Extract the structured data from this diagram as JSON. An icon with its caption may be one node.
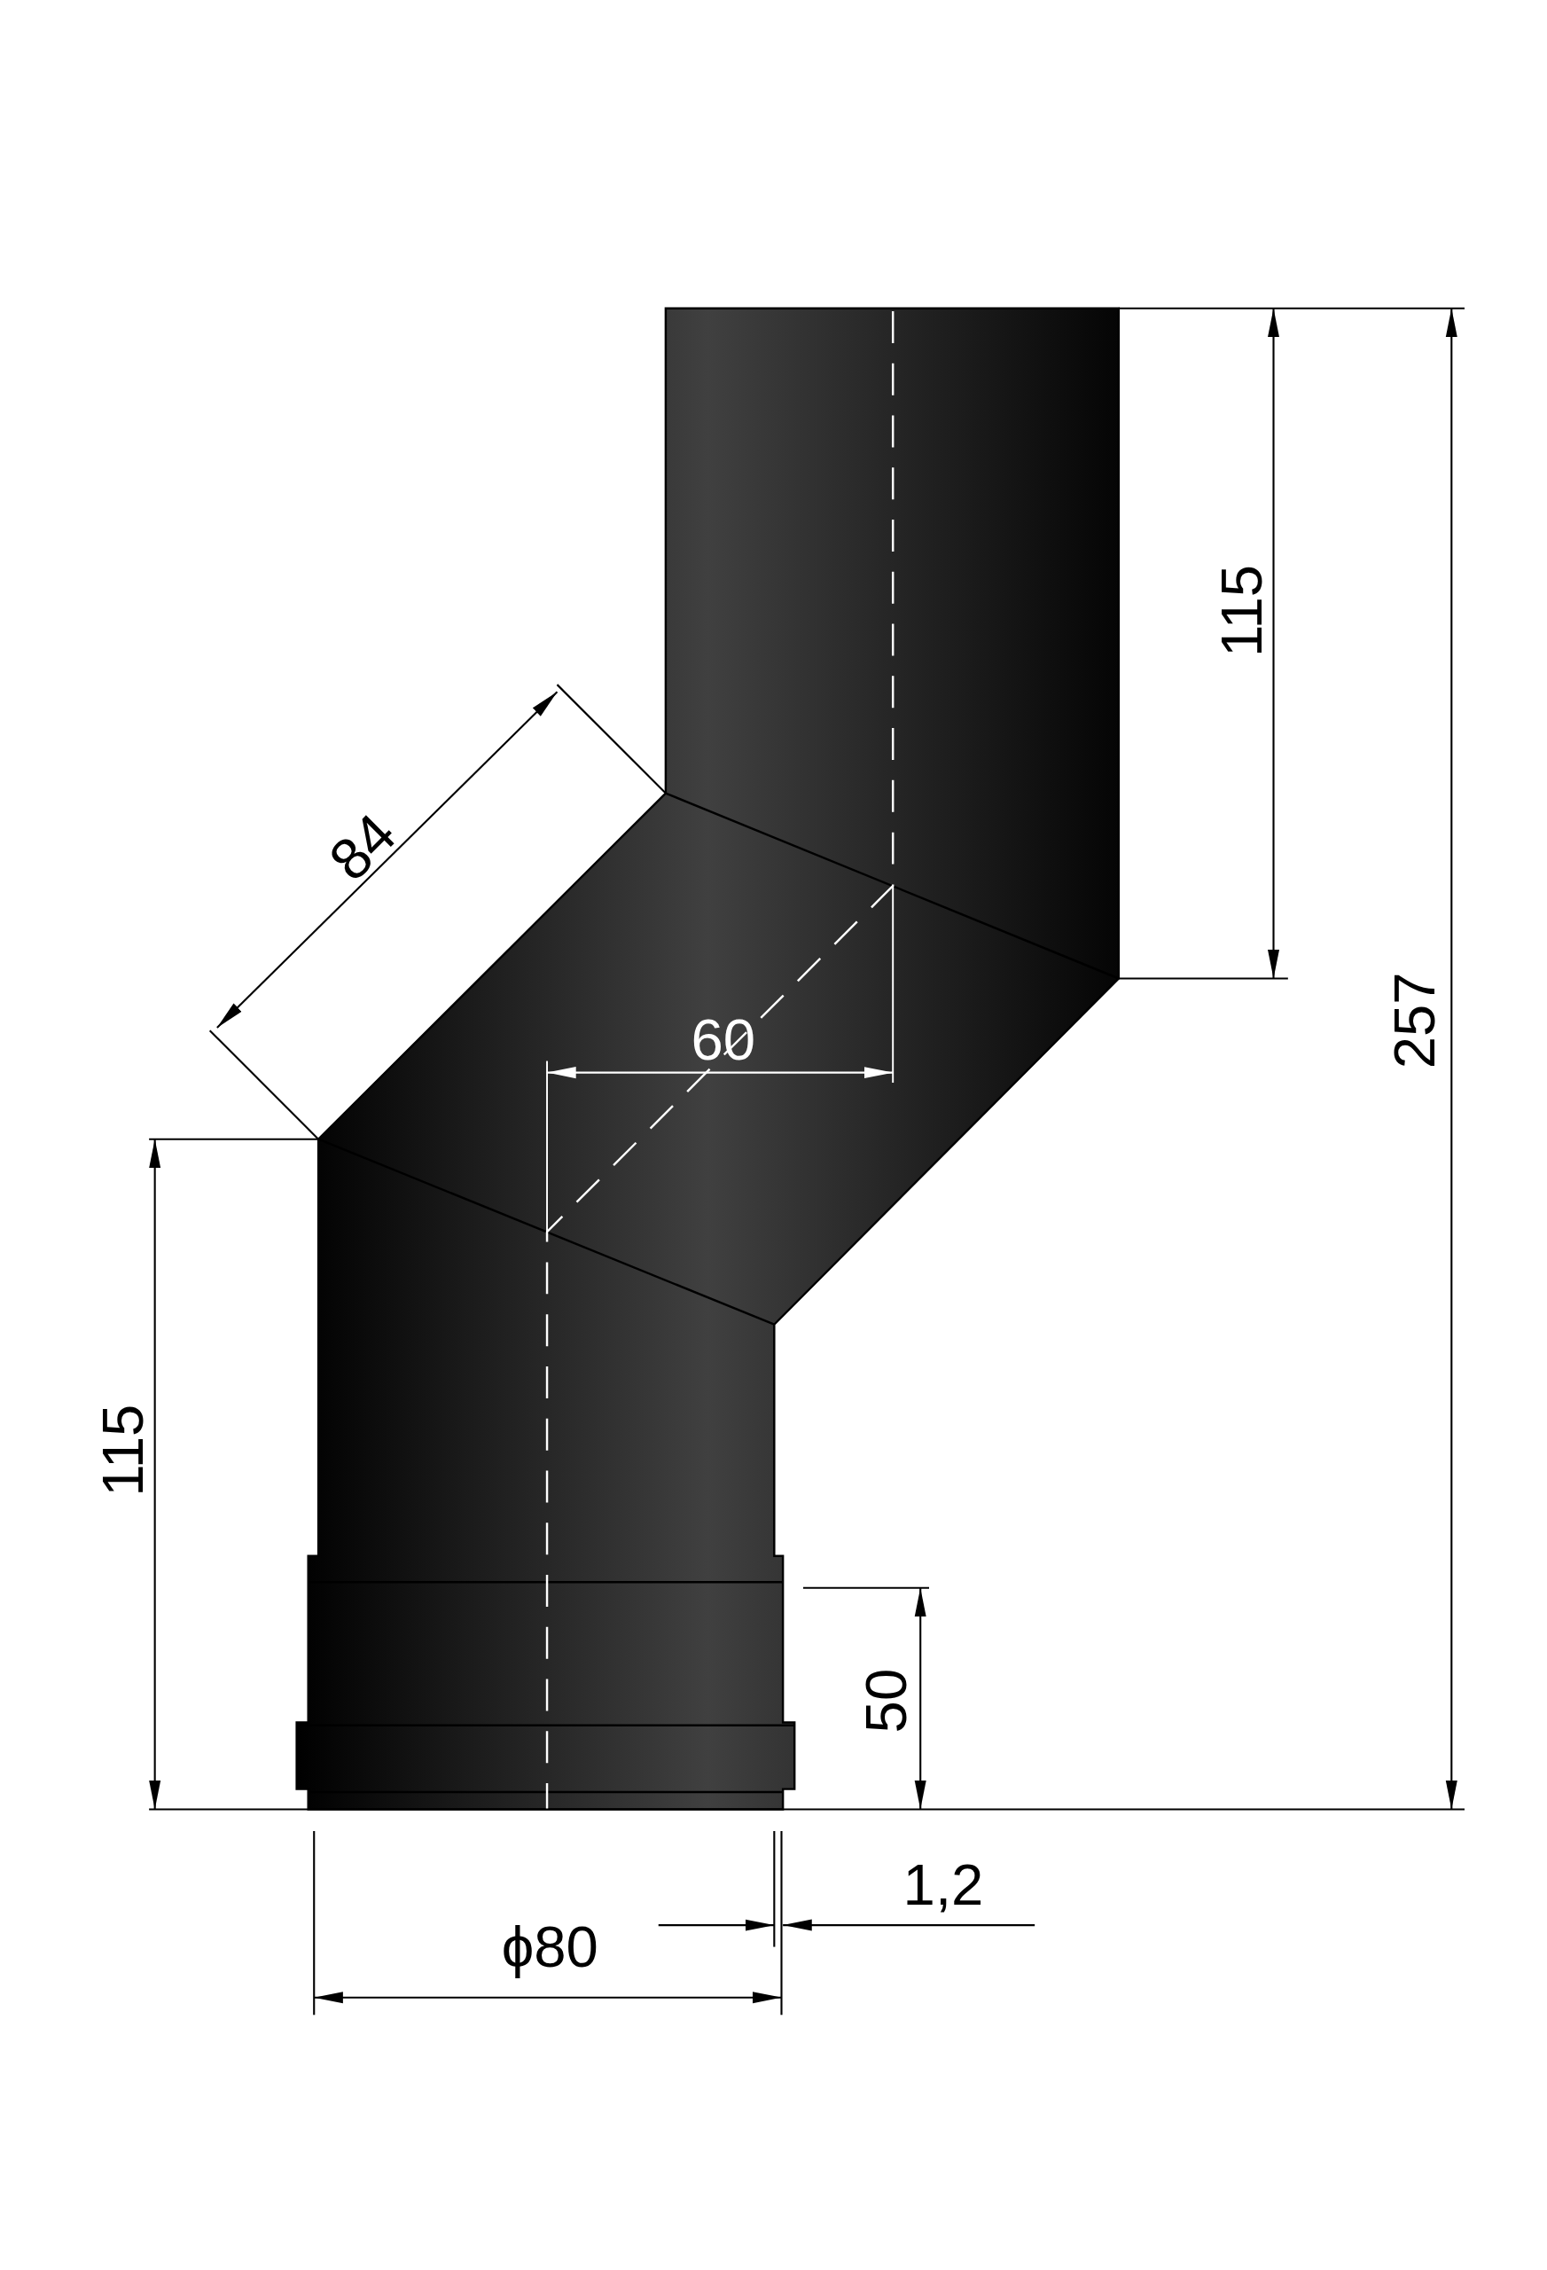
{
  "diagram": {
    "labels": [
      "115",
      "84",
      "257",
      "60",
      "115",
      "50",
      "1,2",
      "ϕ80"
    ]
  }
}
